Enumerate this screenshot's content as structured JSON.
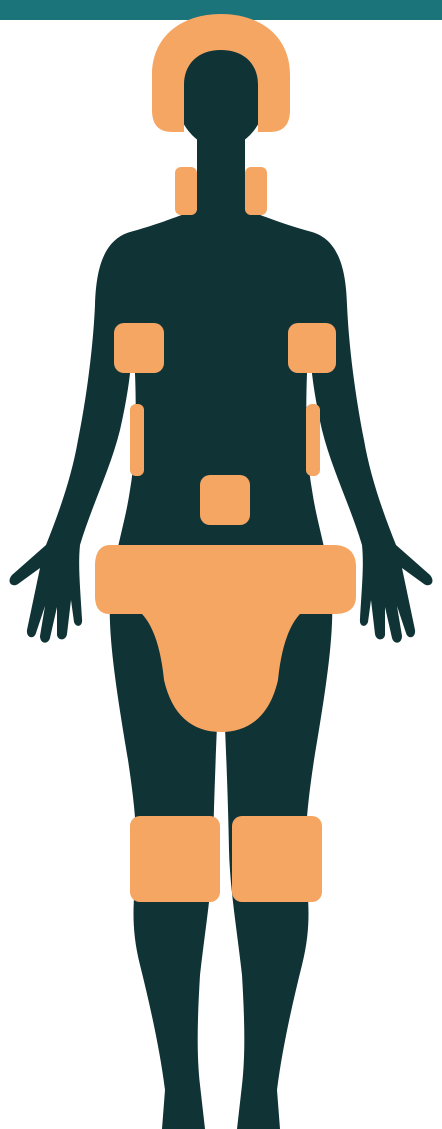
{
  "colors": {
    "top_bar": "#1b7479",
    "background": "#ffffff",
    "silhouette": "#103336",
    "zone_light": "#f5a663",
    "zone_overlap": "#b06a2a"
  },
  "figure": {
    "kind": "human-body-front-silhouette",
    "highlighted_zones": [
      "scalp-hair",
      "neck-left",
      "neck-right",
      "armpit-left",
      "armpit-right",
      "inner-arm-left",
      "inner-arm-right",
      "navel",
      "pubic-hip-area",
      "knee-left",
      "knee-right"
    ]
  }
}
